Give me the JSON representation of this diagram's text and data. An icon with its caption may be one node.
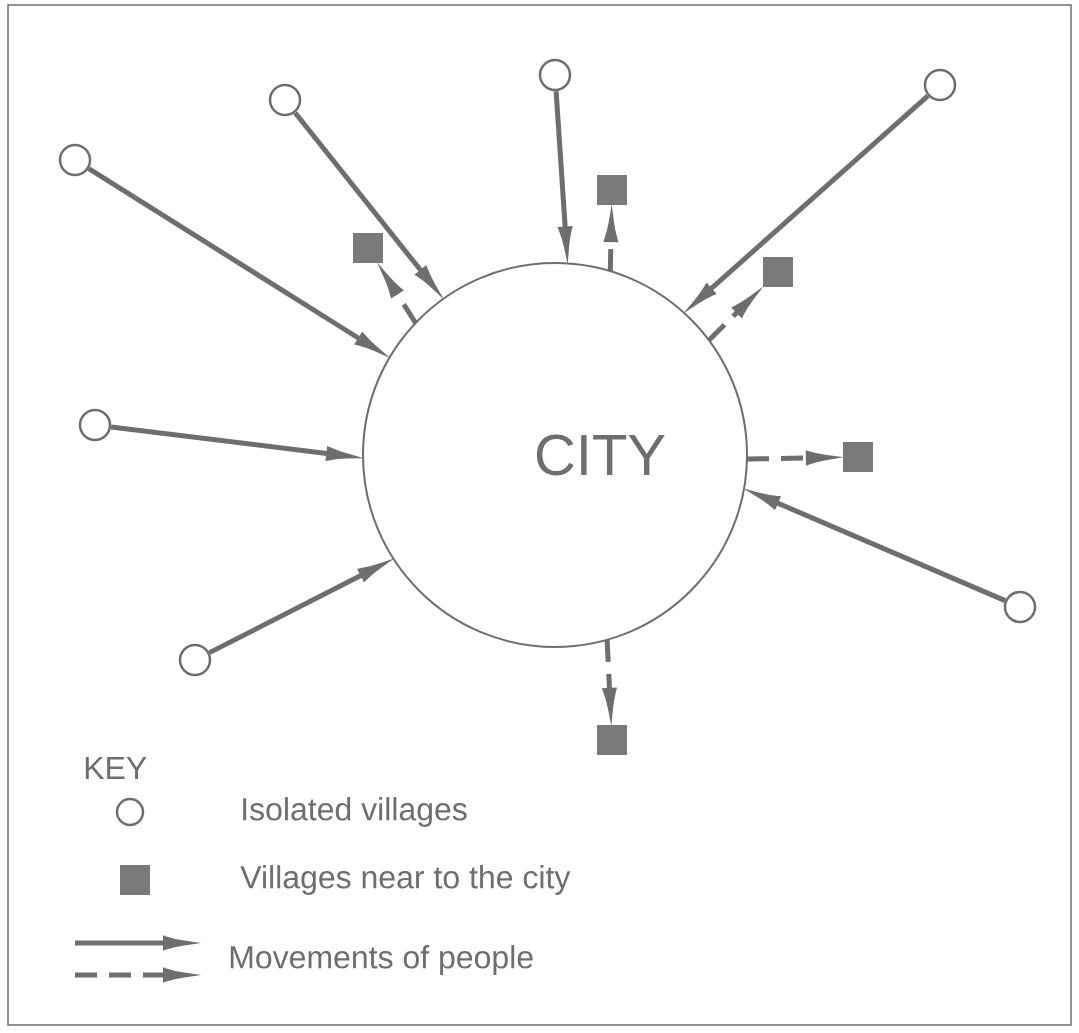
{
  "diagram": {
    "nodes": [
      {
        "text": [
          "CITY"
        ]
      },
      {
        "text": [],
        "shape": "circle"
      },
      {
        "text": [],
        "shape": "circle"
      },
      {
        "text": [],
        "shape": "circle"
      },
      {
        "text": [],
        "shape": "circle"
      },
      {
        "text": [],
        "shape": "circle"
      },
      {
        "text": [],
        "shape": "circle"
      },
      {
        "text": [],
        "shape": "circle"
      },
      {
        "text": [],
        "shape": "box"
      },
      {
        "text": [],
        "shape": "box"
      },
      {
        "text": [],
        "shape": "box"
      },
      {
        "text": [],
        "shape": "box"
      },
      {
        "text": [],
        "shape": "box"
      }
    ],
    "edges": [
      {
        "from": 1,
        "to": 0,
        "arrow": "to"
      },
      {
        "from": 2,
        "to": 0,
        "arrow": "to"
      },
      {
        "from": 3,
        "to": 0,
        "arrow": "to"
      },
      {
        "from": 4,
        "to": 0,
        "arrow": "to"
      },
      {
        "from": 5,
        "to": 0,
        "arrow": "to"
      },
      {
        "from": 6,
        "to": 0,
        "arrow": "to"
      },
      {
        "from": 7,
        "to": 0,
        "arrow": "to"
      },
      {
        "from": 0,
        "to": 8,
        "arrow": "to",
        "style": "dashed"
      },
      {
        "from": 0,
        "to": 9,
        "arrow": "to",
        "style": "dashed"
      },
      {
        "from": 0,
        "to": 10,
        "arrow": "to",
        "style": "dashed"
      },
      {
        "from": 0,
        "to": 11,
        "arrow": "to",
        "style": "dashed"
      },
      {
        "from": 0,
        "to": 12,
        "arrow": "to",
        "style": "dashed"
      }
    ],
    "labels": [
      "KEY"
    ],
    "legend": [
      {
        "text": "Isolated villages"
      },
      {
        "text": "Villages near to the city",
        "color": "#7a7a7a"
      },
      {
        "text": "Movements of people"
      }
    ]
  }
}
